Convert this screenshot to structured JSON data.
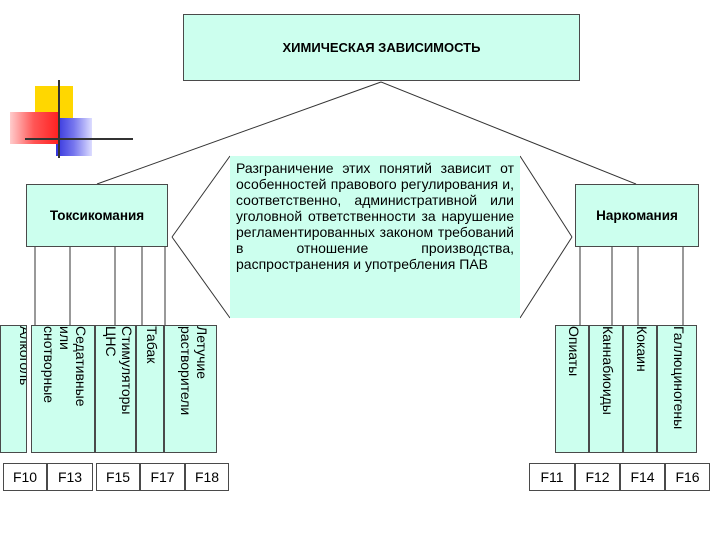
{
  "title": "ХИМИЧЕСКАЯ ЗАВИСИМОСТЬ",
  "left_category": "Токсикомания",
  "right_category": "Наркомания",
  "center_text": "Разграничение этих понятий зависит от особенностей правового регулирования и, соответственно, административной или уголовной ответственности за нарушение регламентированных законом требований в отношение производства, распространения и употребления ПАВ",
  "left_substances": [
    {
      "label": "Алкоголь"
    },
    {
      "label": "Седативные\nили\nснотворные"
    },
    {
      "label": "Стимуляторы\nЦНС"
    },
    {
      "label": "Табак"
    },
    {
      "label": "Летучие\nрастворители"
    }
  ],
  "right_substances": [
    {
      "label": "Опиаты"
    },
    {
      "label": "Каннабиоиды"
    },
    {
      "label": "Кокаин"
    },
    {
      "label": "Галлюциногены"
    }
  ],
  "left_codes": [
    "F10",
    "F13",
    "F15",
    "F17",
    "F18"
  ],
  "right_codes": [
    "F11",
    "F12",
    "F14",
    "F16"
  ],
  "colors": {
    "box_fill": "#ccffee",
    "border": "#4a4a4a",
    "deco_yellow": "#ffd700",
    "deco_red": "#ff3333",
    "deco_blue": "#3333dd"
  }
}
